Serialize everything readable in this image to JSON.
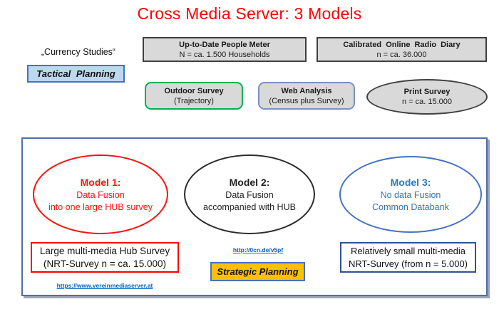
{
  "title": {
    "text": "Cross Media Server: 3 Models",
    "color": "#FF0000"
  },
  "top_row": {
    "people_meter": {
      "line1": "Up-to-Date People Meter",
      "line2": "N = ca. 1.500 Households"
    },
    "radio_diary": {
      "line1": "Calibrated Online Radio Diary",
      "line2": "n = ca. 36.000"
    }
  },
  "left_column": {
    "currency_studies": "„Currency Studies“",
    "tactical_planning": "Tactical Planning"
  },
  "middle_row": {
    "outdoor_survey": {
      "line1": "Outdoor Survey",
      "line2": "(Trajectory)"
    },
    "web_analysis": {
      "line1": "Web Analysis",
      "line2": "(Census plus Survey)"
    },
    "print_survey": {
      "line1": "Print Survey",
      "line2": "n = ca. 15.000"
    }
  },
  "models": {
    "model1": {
      "heading": "Model 1:",
      "line1": "Data Fusion",
      "line2": "into one large HUB survey",
      "color": "#FF0000"
    },
    "model2": {
      "heading": "Model 2:",
      "line1": "Data Fusion",
      "line2": "accompanied with HUB",
      "color": "#1F1F1F"
    },
    "model3": {
      "heading": "Model 3:",
      "line1": "No data Fusion",
      "line2": "Common Databank",
      "color": "#2E75B6"
    }
  },
  "bottom_row": {
    "hub_survey_box": {
      "line1": "Large multi-media Hub Survey",
      "line2": "(NRT-Survey  n = ca. 15.000)"
    },
    "link_left": "https://www.vereinmediaserver.at",
    "link_center": "http://0cn.de/v5pf",
    "strategic_planning": "Strategic Planning",
    "nrt_survey_box": {
      "line1": "Relatively small multi-media",
      "line2": "NRT-Survey (from n = 5.000)"
    }
  },
  "colors": {
    "accent_red": "#FF0000",
    "accent_blue": "#4472C4",
    "model3_text": "#2E75B6",
    "box_gray": "#D9D9D9",
    "tactical_fill": "#BDD7EE",
    "strategic_fill": "#FFC000",
    "link_blue": "#0563C1",
    "container_border": "#4F6EA8",
    "outdoor_green": "#00B050"
  }
}
